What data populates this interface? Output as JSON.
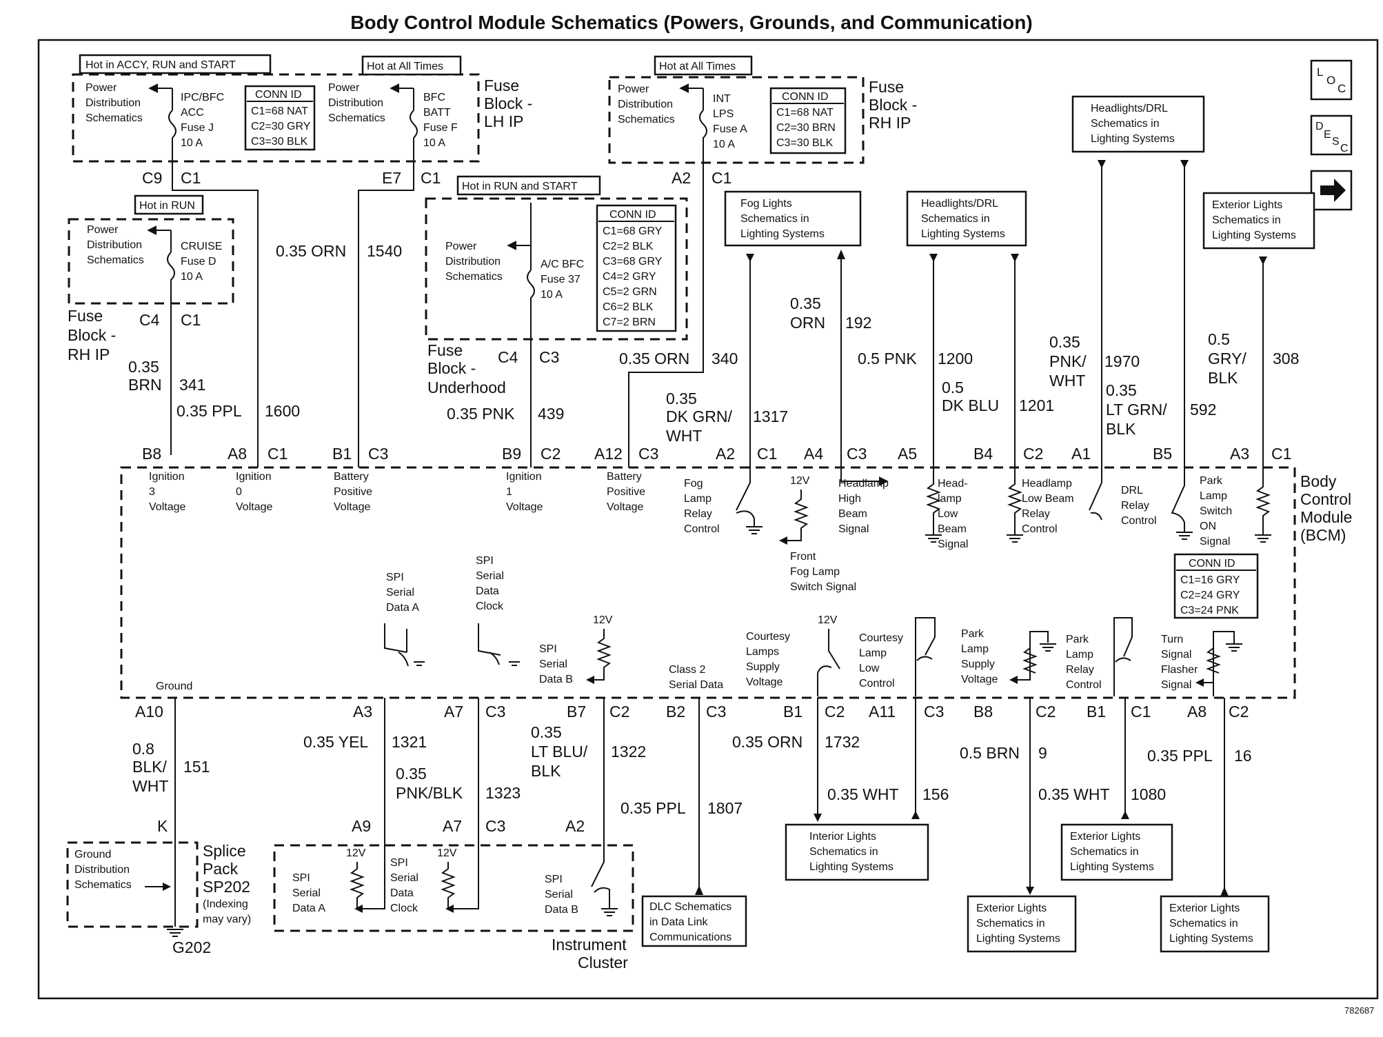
{
  "title": "Body Control Module Schematics (Powers, Grounds, and Communication)",
  "nav_icons": {
    "loc": "LOC",
    "desc": "DESC",
    "next": "arrow-right"
  },
  "figure_id": "782687",
  "fuse_blocks": {
    "lh_ip_header_1": "Hot in ACCY, RUN and START",
    "lh_ip_header_2": "Hot at All Times",
    "lh_ip_label": [
      "Fuse",
      "Block -",
      "LH IP"
    ],
    "lh_ip_pds_1": [
      "Power",
      "Distribution",
      "Schematics"
    ],
    "lh_ip_fuse_1": [
      "IPC/BFC",
      "ACC",
      "Fuse J",
      "10 A"
    ],
    "lh_ip_conn_title": "CONN ID",
    "lh_ip_conn": [
      "C1=68 NAT",
      "C2=30 GRY",
      "C3=30 BLK"
    ],
    "lh_ip_pds_2": [
      "Power",
      "Distribution",
      "Schematics"
    ],
    "lh_ip_fuse_2": [
      "BFC",
      "BATT",
      "Fuse F",
      "10 A"
    ],
    "rh_ip_header": "Hot at All Times",
    "rh_ip_label": [
      "Fuse",
      "Block -",
      "RH IP"
    ],
    "rh_ip_pds": [
      "Power",
      "Distribution",
      "Schematics"
    ],
    "rh_ip_fuse": [
      "INT",
      "LPS",
      "Fuse A",
      "10 A"
    ],
    "rh_ip_conn_title": "CONN ID",
    "rh_ip_conn": [
      "C1=68 NAT",
      "C2=30 BRN",
      "C3=30 BLK"
    ],
    "cruise_header": "Hot in RUN",
    "cruise_pds": [
      "Power",
      "Distribution",
      "Schematics"
    ],
    "cruise_fuse": [
      "CRUISE",
      "Fuse D",
      "10 A"
    ],
    "cruise_label": [
      "Fuse",
      "Block -",
      "RH IP"
    ],
    "uh_header": "Hot in RUN and START",
    "uh_pds": [
      "Power",
      "Distribution",
      "Schematics"
    ],
    "uh_fuse": [
      "A/C BFC",
      "Fuse 37",
      "10 A"
    ],
    "uh_conn_title": "CONN ID",
    "uh_conn": [
      "C1=68 GRY",
      "C2=2 BLK",
      "C3=68 GRY",
      "C4=2 GRY",
      "C5=2 GRN",
      "C6=2 BLK",
      "C7=2 BRN"
    ],
    "uh_label": [
      "Fuse",
      "Block -",
      "Underhood"
    ]
  },
  "connectors_top": {
    "c9": "C9",
    "c9c1": "C1",
    "e7": "E7",
    "e7c1": "C1",
    "a2": "A2",
    "a2c1": "C1",
    "c4": "C4",
    "c4c1": "C1",
    "c4uh": "C4",
    "c3uh": "C3"
  },
  "wires_top": {
    "w1540": [
      "0.35 ORN",
      "1540"
    ],
    "w341": [
      "0.35",
      "BRN",
      "341"
    ],
    "w1600": [
      "0.35 PPL",
      "1600"
    ],
    "w439": [
      "0.35 PNK",
      "439"
    ],
    "w340": [
      "0.35 ORN",
      "340"
    ],
    "w1317": [
      "0.35",
      "DK GRN/",
      "WHT",
      "1317"
    ],
    "w192": [
      "0.35",
      "ORN",
      "192"
    ],
    "w1200": [
      "0.5 PNK",
      "1200"
    ],
    "w1201": [
      "0.5",
      "DK BLU",
      "1201"
    ],
    "w1970": [
      "0.35",
      "PNK/",
      "WHT",
      "1970"
    ],
    "w592": [
      "0.35",
      "LT GRN/",
      "BLK",
      "592"
    ],
    "w308": [
      "0.5",
      "GRY/",
      "BLK",
      "308"
    ]
  },
  "ref_boxes_top": {
    "fog": [
      "Fog Lights",
      "Schematics in",
      "Lighting Systems"
    ],
    "hl1": [
      "Headlights/DRL",
      "Schematics in",
      "Lighting Systems"
    ],
    "hl2": [
      "Headlights/DRL",
      "Schematics in",
      "Lighting Systems"
    ],
    "ext": [
      "Exterior Lights",
      "Schematics in",
      "Lighting Systems"
    ]
  },
  "bcm_pins_top": [
    {
      "pin": "B8",
      "conn": ""
    },
    {
      "pin": "A8",
      "conn": "C1"
    },
    {
      "pin": "B1",
      "conn": "C3"
    },
    {
      "pin": "B9",
      "conn": "C2"
    },
    {
      "pin": "A12",
      "conn": "C3"
    },
    {
      "pin": "A2",
      "conn": "C1"
    },
    {
      "pin": "A4",
      "conn": "C3"
    },
    {
      "pin": "A5",
      "conn": ""
    },
    {
      "pin": "B4",
      "conn": "C2"
    },
    {
      "pin": "A1",
      "conn": ""
    },
    {
      "pin": "B5",
      "conn": ""
    },
    {
      "pin": "A3",
      "conn": "C1"
    }
  ],
  "bcm": {
    "label": [
      "Body",
      "Control",
      "Module",
      "(BCM)"
    ],
    "conn_title": "CONN ID",
    "conn": [
      "C1=16 GRY",
      "C2=24 GRY",
      "C3=24 PNK"
    ],
    "sig_ign3": [
      "Ignition",
      "3",
      "Voltage"
    ],
    "sig_ign0": [
      "Ignition",
      "0",
      "Voltage"
    ],
    "sig_bat1": [
      "Battery",
      "Positive",
      "Voltage"
    ],
    "sig_ign1": [
      "Ignition",
      "1",
      "Voltage"
    ],
    "sig_bat2": [
      "Battery",
      "Positive",
      "Voltage"
    ],
    "sig_fog": [
      "Fog",
      "Lamp",
      "Relay",
      "Control"
    ],
    "v12_a": "12V",
    "sig_hhb": [
      "Headlamp",
      "High",
      "Beam",
      "Signal"
    ],
    "sig_fogsw": [
      "Front",
      "Fog Lamp",
      "Switch Signal"
    ],
    "sig_hlb": [
      "Head-",
      "lamp",
      "Low",
      "Beam",
      "Signal"
    ],
    "sig_hlbr": [
      "Headlamp",
      "Low Beam",
      "Relay",
      "Control"
    ],
    "sig_drl": [
      "DRL",
      "Relay",
      "Control"
    ],
    "sig_park": [
      "Park",
      "Lamp",
      "Switch",
      "ON",
      "Signal"
    ],
    "ground": "Ground",
    "sig_spia": [
      "SPI",
      "Serial",
      "Data A"
    ],
    "sig_spiclk": [
      "SPI",
      "Serial",
      "Data",
      "Clock"
    ],
    "sig_spib": [
      "SPI",
      "Serial",
      "Data B"
    ],
    "v12_b": "12V",
    "sig_class2": [
      "Class 2",
      "Serial Data"
    ],
    "sig_court": [
      "Courtesy",
      "Lamps",
      "Supply",
      "Voltage"
    ],
    "v12_c": "12V",
    "sig_courtlow": [
      "Courtesy",
      "Lamp",
      "Low",
      "Control"
    ],
    "sig_parksup": [
      "Park",
      "Lamp",
      "Supply",
      "Voltage"
    ],
    "sig_parkrel": [
      "Park",
      "Lamp",
      "Relay",
      "Control"
    ],
    "sig_turn": [
      "Turn",
      "Signal",
      "Flasher",
      "Signal"
    ]
  },
  "bcm_pins_bottom": [
    {
      "pin": "A10",
      "conn": ""
    },
    {
      "pin": "A3",
      "conn": ""
    },
    {
      "pin": "A7",
      "conn": "C3"
    },
    {
      "pin": "B7",
      "conn": "C2"
    },
    {
      "pin": "B2",
      "conn": "C3"
    },
    {
      "pin": "B1",
      "conn": "C2"
    },
    {
      "pin": "A11",
      "conn": "C3"
    },
    {
      "pin": "B8",
      "conn": "C2"
    },
    {
      "pin": "B1",
      "conn": "C1"
    },
    {
      "pin": "A8",
      "conn": "C2"
    }
  ],
  "wires_bottom": {
    "w151": [
      "0.8",
      "BLK/",
      "WHT",
      "151"
    ],
    "w1321": [
      "0.35 YEL",
      "1321"
    ],
    "w1323": [
      "0.35",
      "PNK/BLK",
      "1323"
    ],
    "w1322": [
      "0.35",
      "LT BLU/",
      "BLK",
      "1322"
    ],
    "w1807": [
      "0.35 PPL",
      "1807"
    ],
    "w1732": [
      "0.35 ORN",
      "1732"
    ],
    "w156": [
      "0.35 WHT",
      "156"
    ],
    "w9": [
      "0.5 BRN",
      "9"
    ],
    "w1080": [
      "0.35 WHT",
      "1080"
    ],
    "w16": [
      "0.35 PPL",
      "16"
    ]
  },
  "bottom": {
    "k": "K",
    "splice": [
      "Splice",
      "Pack",
      "SP202",
      "(Indexing",
      "may vary)"
    ],
    "gnd_dist": [
      "Ground",
      "Distribution",
      "Schematics"
    ],
    "g202": "G202",
    "ipc_a9": "A9",
    "ipc_a7": "A7",
    "ipc_c3": "C3",
    "ipc_a2": "A2",
    "ipc_v1": "12V",
    "ipc_v2": "12V",
    "ipc_spia": [
      "SPI",
      "Serial",
      "Data A"
    ],
    "ipc_spiclk": [
      "SPI",
      "Serial",
      "Data",
      "Clock"
    ],
    "ipc_spib": [
      "SPI",
      "Serial",
      "Data B"
    ],
    "ipc_label": [
      "Instrument",
      "Cluster"
    ],
    "dlc": [
      "DLC Schematics",
      "in Data Link",
      "Communications"
    ],
    "interior": [
      "Interior Lights",
      "Schematics in",
      "Lighting Systems"
    ],
    "ext1": [
      "Exterior Lights",
      "Schematics in",
      "Lighting Systems"
    ],
    "ext2": [
      "Exterior Lights",
      "Schematics in",
      "Lighting Systems"
    ],
    "ext3": [
      "Exterior Lights",
      "Schematics in",
      "Lighting Systems"
    ]
  }
}
